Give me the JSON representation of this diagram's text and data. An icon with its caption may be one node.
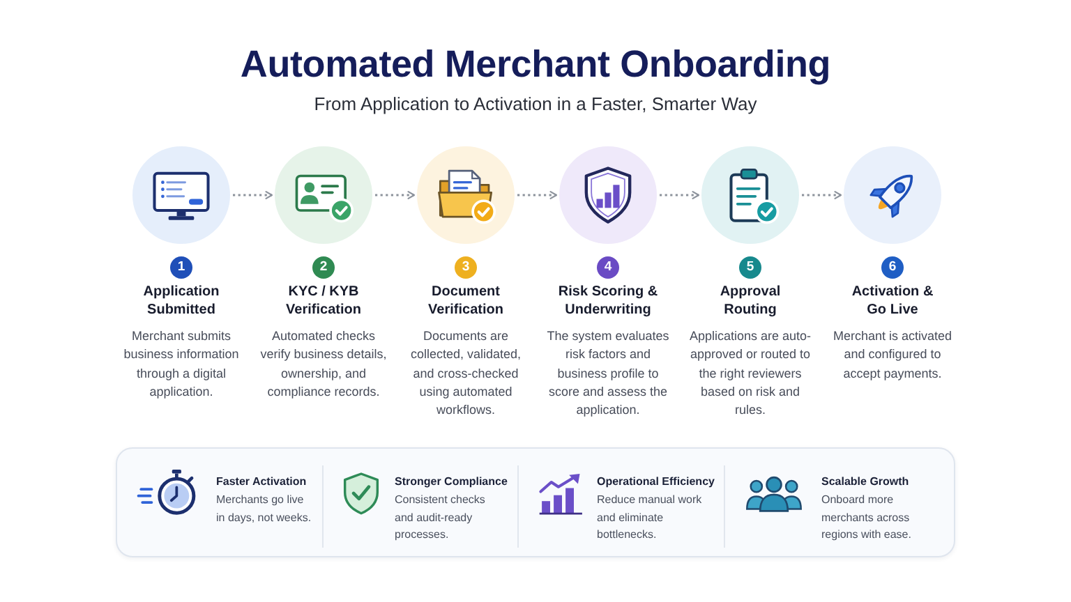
{
  "diagram": {
    "title": "Automated Merchant Onboarding",
    "nodes": [
      {
        "text": [],
        "shape": "circle",
        "beside": [
          "1",
          "Application Submitted",
          "Merchant submits business information through a digital application."
        ]
      },
      {
        "text": [],
        "shape": "circle",
        "beside": [
          "2",
          "KYC / KYB Verification",
          "Automated checks verify business details, ownership, and compliance records."
        ]
      },
      {
        "text": [],
        "shape": "circle",
        "beside": [
          "3",
          "Document Verification",
          "Documents are collected, validated, and cross-checked using automated workflows."
        ]
      },
      {
        "text": [],
        "shape": "circle",
        "beside": [
          "4",
          "Risk Scoring & Underwriting",
          "The system evaluates risk factors and business profile to score and assess the application."
        ]
      },
      {
        "text": [],
        "shape": "circle",
        "beside": [
          "5",
          "Approval Routing",
          "Applications are auto-approved or routed to the right reviewers based on risk and rules."
        ]
      },
      {
        "text": [],
        "shape": "circle",
        "beside": [
          "6",
          "Activation & Go Live",
          "Merchant is activated and configured to accept payments."
        ]
      },
      {
        "text": [],
        "shape": "box"
      },
      {
        "text": [
          "Faster Activation",
          "Merchants go live in days, not weeks."
        ],
        "in": 6
      },
      {
        "text": [
          "Stronger Compliance",
          "Consistent checks and audit-ready processes."
        ],
        "in": 6
      },
      {
        "text": [
          "Operational Efficiency",
          "Reduce manual work and eliminate bottlenecks."
        ],
        "in": 6
      },
      {
        "text": [
          "Scalable Growth",
          "Onboard more merchants across regions with ease."
        ],
        "in": 6
      }
    ],
    "edges": [
      {
        "from": 0,
        "to": 1,
        "arrow": "to",
        "style": "dashed"
      },
      {
        "from": 1,
        "to": 2,
        "arrow": "to",
        "style": "dashed"
      },
      {
        "from": 2,
        "to": 3,
        "arrow": "to",
        "style": "dashed"
      },
      {
        "from": 3,
        "to": 4,
        "arrow": "to",
        "style": "dashed"
      },
      {
        "from": 4,
        "to": 5,
        "arrow": "to",
        "style": "dashed"
      }
    ],
    "labels": [
      "From Application to Activation in a Faster, Smarter Way"
    ]
  }
}
